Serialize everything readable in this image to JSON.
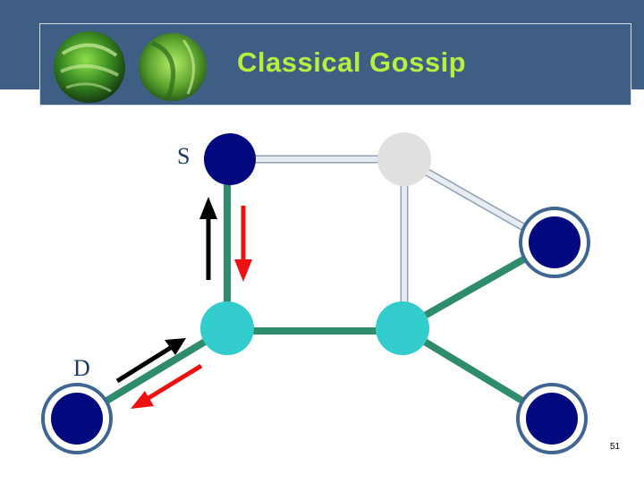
{
  "slide": {
    "title": "Classical Gossip",
    "page_number": "51"
  },
  "diagram": {
    "nodes": [
      {
        "id": "S",
        "label": "S",
        "state": "source"
      },
      {
        "id": "top-right",
        "label": "",
        "state": "uninformed"
      },
      {
        "id": "mid-left",
        "label": "",
        "state": "relaying"
      },
      {
        "id": "mid-right",
        "label": "",
        "state": "relaying"
      },
      {
        "id": "right-upper",
        "label": "",
        "state": "informed-ringed"
      },
      {
        "id": "right-lower",
        "label": "",
        "state": "informed-ringed"
      },
      {
        "id": "D",
        "label": "D",
        "state": "destination-ringed"
      }
    ],
    "edges": [
      {
        "from": "S",
        "to": "top-right",
        "state": "inactive"
      },
      {
        "from": "top-right",
        "to": "right-upper",
        "state": "inactive"
      },
      {
        "from": "top-right",
        "to": "mid-right",
        "state": "inactive"
      },
      {
        "from": "S",
        "to": "mid-left",
        "state": "active"
      },
      {
        "from": "mid-left",
        "to": "mid-right",
        "state": "active"
      },
      {
        "from": "mid-right",
        "to": "right-upper",
        "state": "active"
      },
      {
        "from": "mid-right",
        "to": "right-lower",
        "state": "active"
      },
      {
        "from": "mid-left",
        "to": "D",
        "state": "active"
      }
    ],
    "arrows": [
      {
        "color": "black",
        "direction": "toward S"
      },
      {
        "color": "red",
        "direction": "away from S"
      },
      {
        "color": "black",
        "direction": "toward mid-left"
      },
      {
        "color": "red",
        "direction": "toward D"
      }
    ]
  },
  "colors": {
    "header": "#3e5f83",
    "title": "#b7ef3f",
    "node_dark": "#02097f",
    "node_cyan": "#33cccc",
    "node_gray": "#e0e0e0",
    "ring": "#3f6593",
    "edge_active": "#2e8b6c",
    "edge_inactive": "#d8e0e8",
    "arrow_red": "#ee1111",
    "arrow_black": "#000000"
  },
  "icons": [
    "leaf-image-icon",
    "leaf-image-icon"
  ]
}
